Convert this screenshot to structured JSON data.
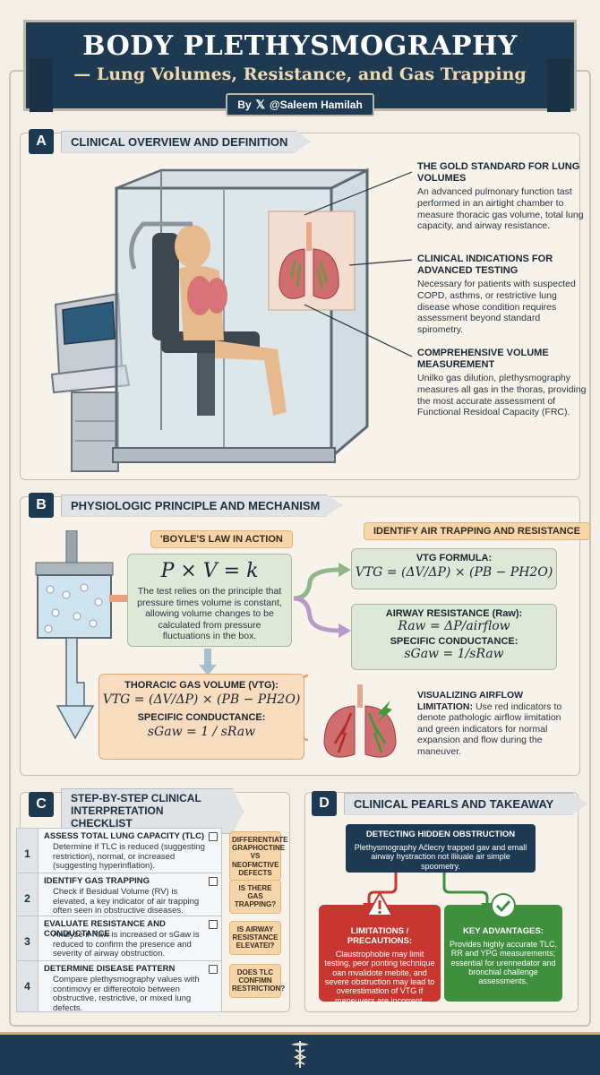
{
  "header": {
    "title": "BODY PLETHYSMOGRAPHY",
    "subtitle": "— Lung Volumes, Resistance, and Gas Trapping",
    "byline_prefix": "By",
    "byline_handle": "@Saleem Hamilah"
  },
  "section_a": {
    "letter": "A",
    "title": "CLINICAL OVERVIEW AND DEFINITION",
    "blocks": [
      {
        "heading": "THE GOLD STANDARD FOR LUNG VOLUMES",
        "text": "An advanced pulmonary function tast performed in an airtight chamber to measure thoracic gas volume, total lung capacity, and airway resistance."
      },
      {
        "heading": "CLINICAL INDICATIONS FOR ADVANCED TESTING",
        "text": "Necessary for patients with suspected COPD, asthms, or restrictive lung disease whose condition requires assessment beyond standard spirometry."
      },
      {
        "heading": "COMPREHENSIVE VOLUME MEASUREMENT",
        "text": "Unilko gas dilution, plethysmography measures all gas in the thoras, providing the most accurate assessment of Functional Residoal Capacity (FRC)."
      }
    ]
  },
  "section_b": {
    "letter": "B",
    "title": "PHYSIOLOGIC PRINCIPLE AND MECHANISM",
    "boyle_badge": "'BOYLE'S LAW IN ACTION",
    "boyle_formula": "P × V = k",
    "boyle_text": "The test relies on the principle that pressure times volume is constant, allowing volume changes to be calculated from pressure fluctuations in the box.",
    "air_badge": "IDENTIFY AIR TRAPPING AND RESISTANCE",
    "vtg_label": "VTG FORMULA:",
    "vtg_formula": "VTG = (ΔV/ΔP) × (PB − PH2O)",
    "raw_label": "AIRWAY RESISTANCE (Raw):",
    "raw_formula": "Raw = ΔP/airflow",
    "sc_label": "SPECIFIC CONDUCTANCE:",
    "sc_formula": "sGaw = 1/sRaw",
    "tgv_label": "THORACIC GAS VOLUME (VTG):",
    "tgv_formula": "VTG = (ΔV/ΔP) × (PB − PH2O)",
    "tgv_sc_label": "SPECIFIC CONDUCTANCE:",
    "tgv_sc_formula": "sGaw = 1 / sRaw",
    "vis_heading": "VISUALIZING AIRFLOW LIMITATION:",
    "vis_text": "Use red indicators to denote pathologic airflow iimitation and green indicators for normal expansion and flow during the maneuver."
  },
  "section_c": {
    "letter": "C",
    "title": "STEP-BY-STEP CLINICAL INTERPRETATION CHECKLIST",
    "steps": [
      {
        "num": "1",
        "title": "ASSESS TOTAL LUNG CAPACITY (TLC)",
        "text": "Determine if TLC is reduced (suggesting restriction), normal, or increased (suggesting hyperinflation).",
        "question": "DIFFERENTIATE GRAPHOCTINE VS NEOFMCTIVE DEFECTS"
      },
      {
        "num": "2",
        "title": "IDENTIFY GAS TRAPPING",
        "text": "Check if Besidual Volume (RV) is elevated, a key indicator of air trapping often seen in obstructive diseases.",
        "question": "IS THERE GAS TRAPPING?"
      },
      {
        "num": "3",
        "title": "EVALUATE RESISTANCE AND CONDUCTANCE",
        "text": "Analyze if Raw is increased or sGaw is reduced to confirm the presence and severity of airway obstruction.",
        "question": "IS AIRWAY RESISTANCE ELEVATEI?"
      },
      {
        "num": "4",
        "title": "DETERMINE DISEASE PATTERN",
        "text": "Compare plethysmography values with contimovy er differeotolo between obstructive, restrictive, or mixed lung defects.",
        "question": "DOES TLC CONFIMN RESTRICTION?"
      }
    ]
  },
  "section_d": {
    "letter": "D",
    "title": "CLINICAL PEARLS AND TAKEAWAY",
    "top_heading": "DETECTING HIDDEN OBSTRUCTION",
    "top_text": "Plethysmography Ačlecry trapped gav and emall airway hystraction not iliiuale air simple spoometry.",
    "limit_heading": "LIMITATIONS / PRECAUTIONS:",
    "limit_text": "Claustrophobie may limit testing, peor ponting technique oan mvalidote mebite, and severe obstruction may lead to overestimation of VTG if maneuvers are incorrent.",
    "adv_heading": "KEY ADVANTAGES:",
    "adv_text": "Provides highly accurate TLC, RR and YPG measurements; essential for urennedator and bronchial challenge assessments."
  },
  "icons": [
    "x-logo-icon",
    "warning-icon",
    "checkmark-icon",
    "caduceus-icon"
  ],
  "colors": {
    "navy": "#1e3a52",
    "orange": "#f6d5ab",
    "green_box": "#dfe8d8",
    "red_card": "#c7372f",
    "green_card": "#3f8f3e"
  }
}
